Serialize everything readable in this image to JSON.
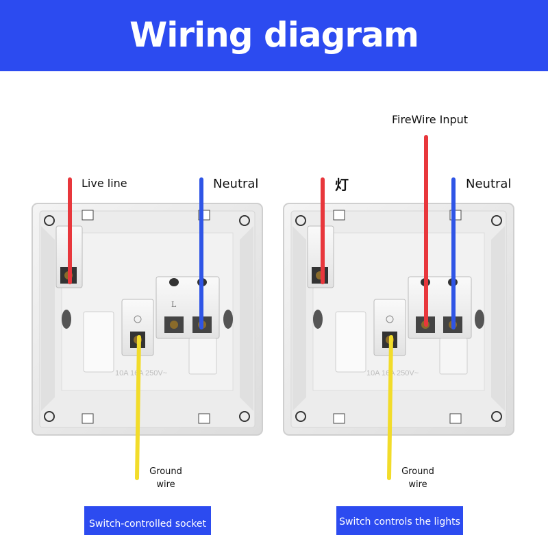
{
  "header": {
    "title": "Wiring diagram"
  },
  "left_panel": {
    "live_label": "Live line",
    "neutral_label": "Neutral",
    "ground_label_line1": "Ground",
    "ground_label_line2": "wire",
    "caption": "Switch-controlled socket",
    "terminal_letter": "L",
    "rating_text": "10A  16A  250V~"
  },
  "right_panel": {
    "lamp_label": "灯",
    "firewire_label": "FireWire Input",
    "neutral_label": "Neutral",
    "ground_label_line1": "Ground",
    "ground_label_line2": "wire",
    "caption": "Switch controls the lights",
    "rating_text": "10A  16A  250V~"
  },
  "colors": {
    "header": "#2c4bf0",
    "live_wire": "#e8373c",
    "neutral_wire": "#2f55e6",
    "ground_wire": "#f2dc2a"
  }
}
